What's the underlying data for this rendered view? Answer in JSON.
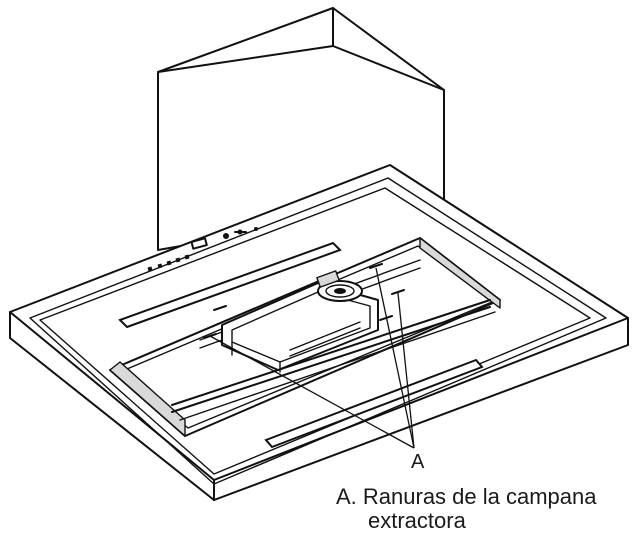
{
  "callout": {
    "letter": "A"
  },
  "legend": {
    "line1": "A. Ranuras de la campana",
    "line2": "extractora"
  },
  "colors": {
    "ink": "#111111",
    "background": "#ffffff",
    "shade": "#d9d9d9"
  }
}
